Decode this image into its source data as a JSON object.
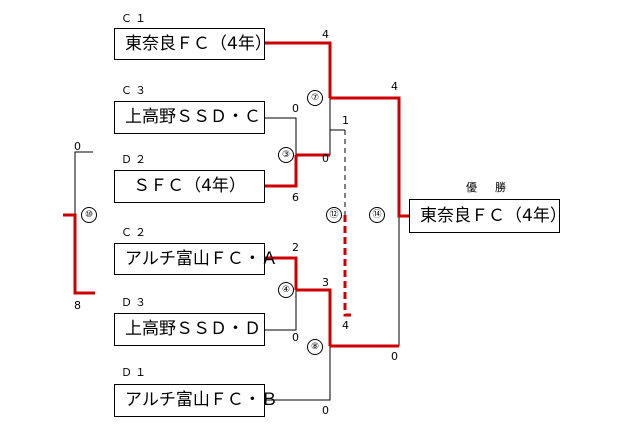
{
  "teams": [
    {
      "seed": "Ｃ１",
      "name": "東奈良ＦＣ（4年）"
    },
    {
      "seed": "Ｃ３",
      "name": "上高野ＳＳＤ・Ｃ"
    },
    {
      "seed": "Ｄ２",
      "name": "ＳＦＣ（4年）"
    },
    {
      "seed": "Ｃ２",
      "name": "アルチ富山ＦＣ・Ａ"
    },
    {
      "seed": "Ｄ３",
      "name": "上高野ＳＳＤ・Ｄ"
    },
    {
      "seed": "Ｄ１",
      "name": "アルチ富山ＦＣ・Ｂ"
    }
  ],
  "matches": [
    {
      "number": "③",
      "scores": [
        "0",
        "6"
      ]
    },
    {
      "number": "④",
      "scores": [
        "2",
        "0"
      ]
    },
    {
      "number": "⑦",
      "scores": [
        "4",
        "0"
      ]
    },
    {
      "number": "⑧",
      "scores": [
        "3",
        "0"
      ]
    },
    {
      "number": "⑩",
      "scores": [
        "0",
        "8"
      ]
    },
    {
      "number": "⑫",
      "scores": [
        "1",
        "4"
      ]
    },
    {
      "number": "⑭",
      "scores": [
        "4",
        "0"
      ]
    }
  ],
  "champion": {
    "label": "優勝",
    "name": "東奈良ＦＣ（4年）"
  },
  "colors": {
    "winner_line": "#cc0000",
    "line": "#000000"
  }
}
